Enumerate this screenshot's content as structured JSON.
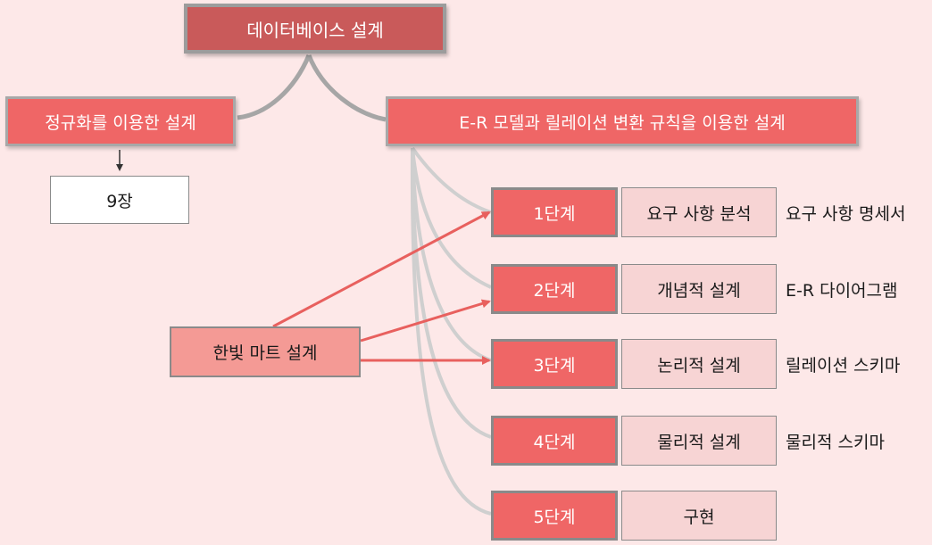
{
  "root": {
    "label": "데이터베이스 설계"
  },
  "branches": {
    "normalization": "정규화를 이용한 설계",
    "er_rules": "E-R 모델과 릴레이션 변환 규칙을 이용한 설계"
  },
  "chapter": {
    "label": "9장"
  },
  "example": {
    "label": "한빛 마트 설계"
  },
  "stages": [
    {
      "step": "1단계",
      "task": "요구 사항 분석",
      "output": "요구 사항 명세서"
    },
    {
      "step": "2단계",
      "task": "개념적 설계",
      "output": "E-R 다이어그램"
    },
    {
      "step": "3단계",
      "task": "논리적 설계",
      "output": "릴레이션 스키마"
    },
    {
      "step": "4단계",
      "task": "물리적 설계",
      "output": "물리적 스키마"
    },
    {
      "step": "5단계",
      "task": "구현",
      "output": ""
    }
  ],
  "colors": {
    "background": "#fde8e8",
    "root_fill": "#c95a5a",
    "branch_fill": "#ef6666",
    "task_fill": "#f7d4d4",
    "example_fill": "#f49a95",
    "arrow": "#e8605e",
    "connector": "#bdbdbd"
  }
}
